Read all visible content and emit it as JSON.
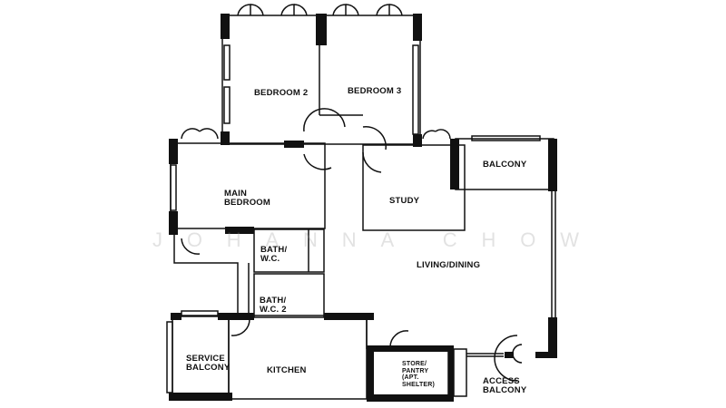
{
  "plan": {
    "rooms": {
      "bedroom2": "BEDROOM 2",
      "bedroom3": "BEDROOM 3",
      "main_bedroom": "MAIN\nBEDROOM",
      "study": "STUDY",
      "balcony": "BALCONY",
      "bath1": "BATH/\nW.C.",
      "bath2": "BATH/\nW.C. 2",
      "living_dining": "LIVING/DINING",
      "service_balcony": "SERVICE\nBALCONY",
      "kitchen": "KITCHEN",
      "store": "STORE/\nPANTRY\n(APT.\nSHELTER)",
      "access_balcony": "ACCESS\nBALCONY"
    },
    "watermark": [
      "J",
      "O",
      "H",
      "A",
      "N",
      "N",
      "A",
      "",
      "C",
      "H",
      "O",
      "W"
    ],
    "colors": {
      "wall": "#111111",
      "background": "#ffffff",
      "watermark": "#969696"
    }
  }
}
